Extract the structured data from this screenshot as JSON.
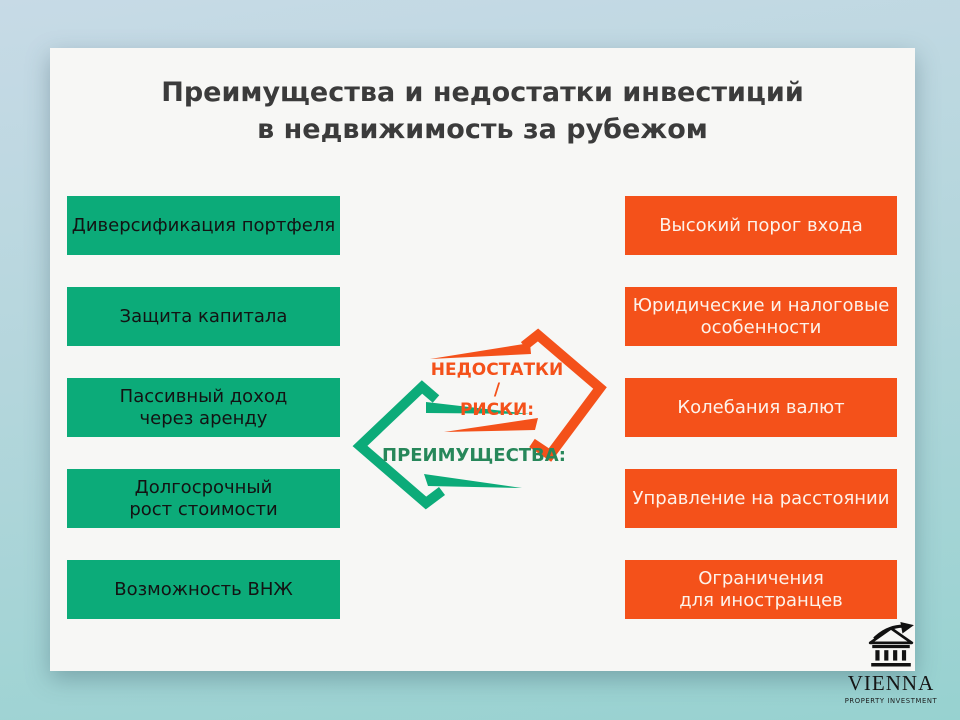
{
  "slide": {
    "title": "Преимущества и недостатки инвестиций\nв недвижимость за рубежом"
  },
  "advantages": {
    "arrow_label": "ПРЕИМУЩЕСТВА:",
    "items": [
      "Диверсификация портфеля",
      "Защита капитала",
      "Пассивный доход\nчерез аренду",
      "Долгосрочный\nрост стоимости",
      "Возможность ВНЖ"
    ]
  },
  "disadvantages": {
    "arrow_label": "НЕДОСТАТКИ /\nРИСКИ:",
    "items": [
      "Высокий порог входа",
      "Юридические и налоговые\nособенности",
      "Колебания валют",
      "Управление на расстоянии",
      "Ограничения\nдля иностранцев"
    ]
  },
  "logo": {
    "name": "VIENNA",
    "tagline": "PROPERTY INVESTMENT"
  },
  "colors": {
    "green": "#0cab79",
    "orange": "#f4511a",
    "label-green": "#27875a",
    "bg-top": "#c7dae6",
    "bg-bottom": "#97d2d0",
    "card": "#f7f7f5"
  }
}
